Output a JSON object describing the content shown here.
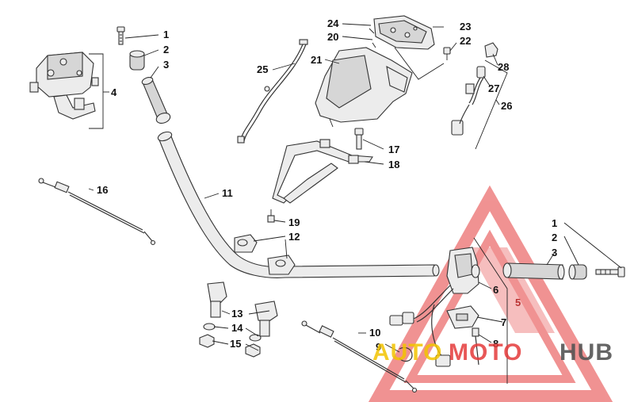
{
  "callouts": {
    "c1_left": "1",
    "c2_left": "2",
    "c3_left": "3",
    "c4": "4",
    "c25": "25",
    "c24": "24",
    "c20": "20",
    "c21": "21",
    "c23": "23",
    "c22": "22",
    "c28": "28",
    "c27": "27",
    "c26": "26",
    "c17": "17",
    "c18": "18",
    "c16": "16",
    "c11": "11",
    "c19": "19",
    "c12": "12",
    "c13": "13",
    "c14": "14",
    "c15": "15",
    "c10": "10",
    "c9": "9",
    "c1_right": "1",
    "c2_right": "2",
    "c3_right": "3",
    "c6": "6",
    "c5": "5",
    "c7": "7",
    "c8": "8"
  },
  "watermark": {
    "word_auto": "AUTO",
    "word_moto": "MOTO",
    "word_hub": "HUB",
    "colors": {
      "triangle": "#e43a3a",
      "auto": "#f3c400",
      "moto": "#e43a3a",
      "hub": "#555555"
    }
  }
}
